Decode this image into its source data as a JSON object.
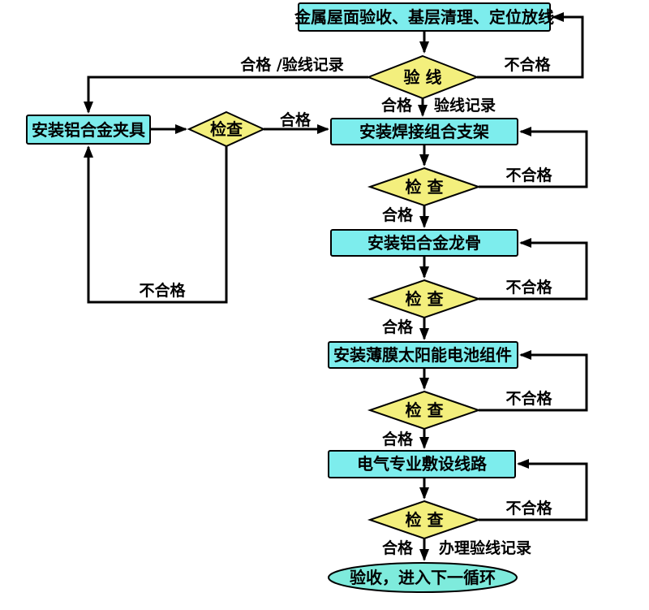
{
  "diagram": {
    "background": "#ffffff",
    "colors": {
      "process_fill": "#7DEDED",
      "decision_fill": "#F3EF7D",
      "terminal_fill": "#7EEBDC",
      "stroke": "#000000",
      "text": "#000000"
    },
    "nodes": [
      {
        "id": "start",
        "type": "process",
        "label": "金属屋面验收、基层清理、定位放线"
      },
      {
        "id": "line-check",
        "type": "decision",
        "label": "验 线"
      },
      {
        "id": "install-clamps",
        "type": "process",
        "label": "安装铝合金夹具"
      },
      {
        "id": "clamps-check",
        "type": "decision",
        "label": "检查"
      },
      {
        "id": "install-brackets",
        "type": "process",
        "label": "安装焊接组合支架"
      },
      {
        "id": "brackets-check",
        "type": "decision",
        "label": "检 查"
      },
      {
        "id": "install-keel",
        "type": "process",
        "label": "安装铝合金龙骨"
      },
      {
        "id": "keel-check",
        "type": "decision",
        "label": "检 查"
      },
      {
        "id": "install-panels",
        "type": "process",
        "label": "安装薄膜太阳能电池组件"
      },
      {
        "id": "panels-check",
        "type": "decision",
        "label": "检 查"
      },
      {
        "id": "install-wiring",
        "type": "process",
        "label": "电气专业敷设线路"
      },
      {
        "id": "wiring-check",
        "type": "decision",
        "label": "检 查"
      },
      {
        "id": "end",
        "type": "terminal",
        "label": "验收，进入下一循环"
      }
    ],
    "edge_labels": [
      {
        "id": "pass-record-left",
        "text": "合格 /验线记录"
      },
      {
        "id": "fail-line-check",
        "text": "不合格"
      },
      {
        "id": "pass-line-check",
        "text": "合格"
      },
      {
        "id": "record-line-check",
        "text": "验线记录"
      },
      {
        "id": "pass-clamps-check",
        "text": "合格"
      },
      {
        "id": "fail-clamps-check",
        "text": "不合格"
      },
      {
        "id": "fail-brackets-check",
        "text": "不合格"
      },
      {
        "id": "pass-brackets-check",
        "text": "合格"
      },
      {
        "id": "fail-keel-check",
        "text": "不合格"
      },
      {
        "id": "pass-keel-check",
        "text": "合格"
      },
      {
        "id": "fail-panels-check",
        "text": "不合格"
      },
      {
        "id": "pass-panels-check",
        "text": "合格"
      },
      {
        "id": "fail-wiring-check",
        "text": "不合格"
      },
      {
        "id": "pass-wiring-check",
        "text": "合格"
      },
      {
        "id": "record-wiring-check",
        "text": "办理验线记录"
      }
    ]
  }
}
